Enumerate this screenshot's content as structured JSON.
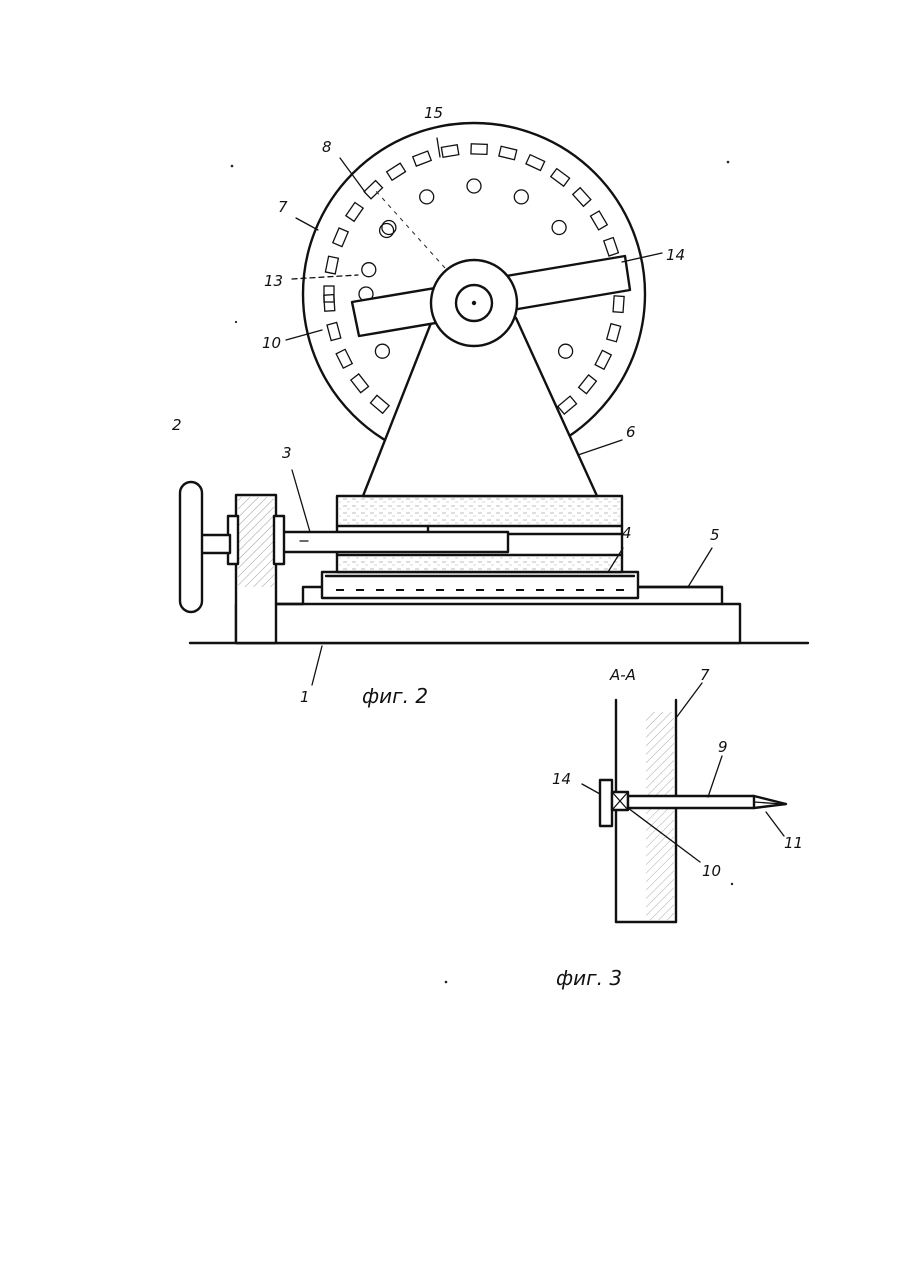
{
  "figure_2": {
    "caption": "фиг. 2",
    "labels": {
      "base": "1",
      "handwheel": "2",
      "lead_screw": "3",
      "carriage": "4",
      "guide": "5",
      "stand": "6",
      "disk": "7",
      "slot_ring": "8",
      "socket": "10",
      "hole": "13",
      "arm": "14",
      "slot": "15"
    }
  },
  "figure_3": {
    "caption": "фиг. 3",
    "section_label": "А-А",
    "labels": {
      "disk": "7",
      "rod": "9",
      "socket": "10",
      "tip": "11",
      "arm": "14"
    }
  },
  "colors": {
    "ink": "#111111",
    "paper": "#ffffff"
  }
}
